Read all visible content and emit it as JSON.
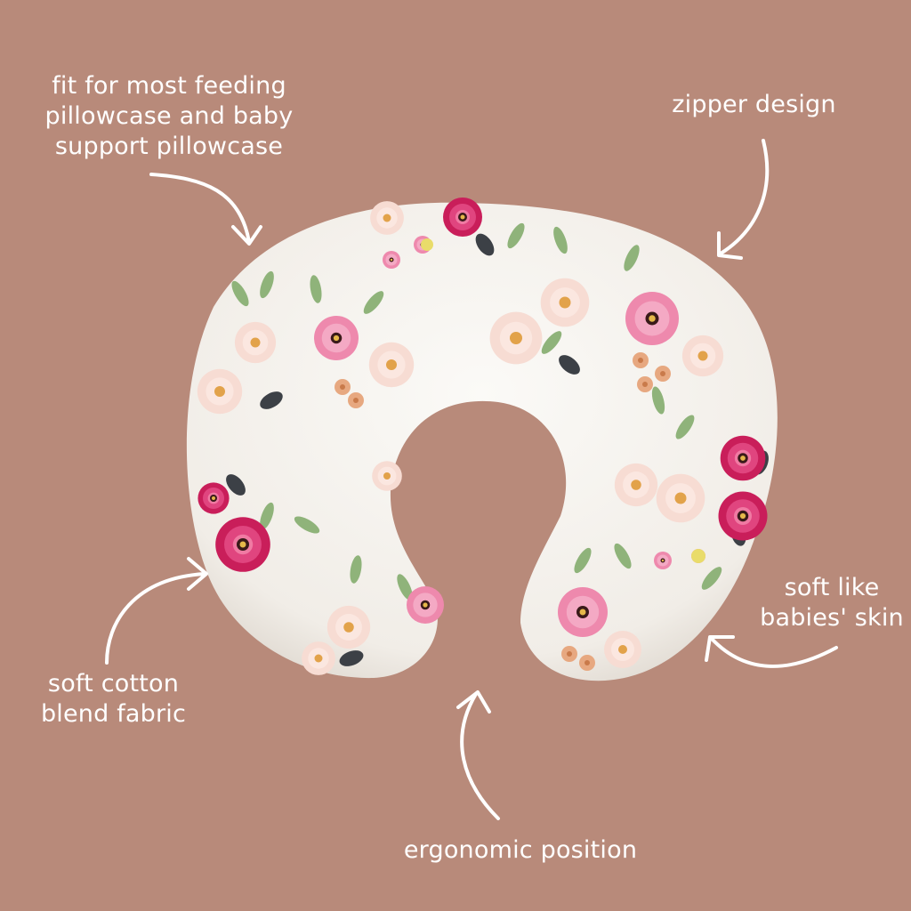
{
  "background_color": "#b88a7a",
  "annotations": {
    "fit": {
      "lines": [
        "fit for most feeding",
        "pillowcase and baby",
        "support pillowcase"
      ]
    },
    "zipper": {
      "text": "zipper design"
    },
    "soft_skin": {
      "lines": [
        "soft like",
        "babies' skin"
      ]
    },
    "cotton": {
      "lines": [
        "soft cotton",
        "blend fabric"
      ]
    },
    "ergonomic": {
      "text": "ergonomic position"
    }
  },
  "product": {
    "icon": "floral-nursing-pillow",
    "colors": {
      "fabric": "#f4f1ec",
      "rose_magenta": "#c91e5a",
      "rose_pink": "#ef8fb2",
      "peach": "#f6d7cf",
      "leaf": "#8fb37a",
      "dark_leaf": "#3c4046",
      "accent_yellow": "#e9dc6a"
    }
  }
}
